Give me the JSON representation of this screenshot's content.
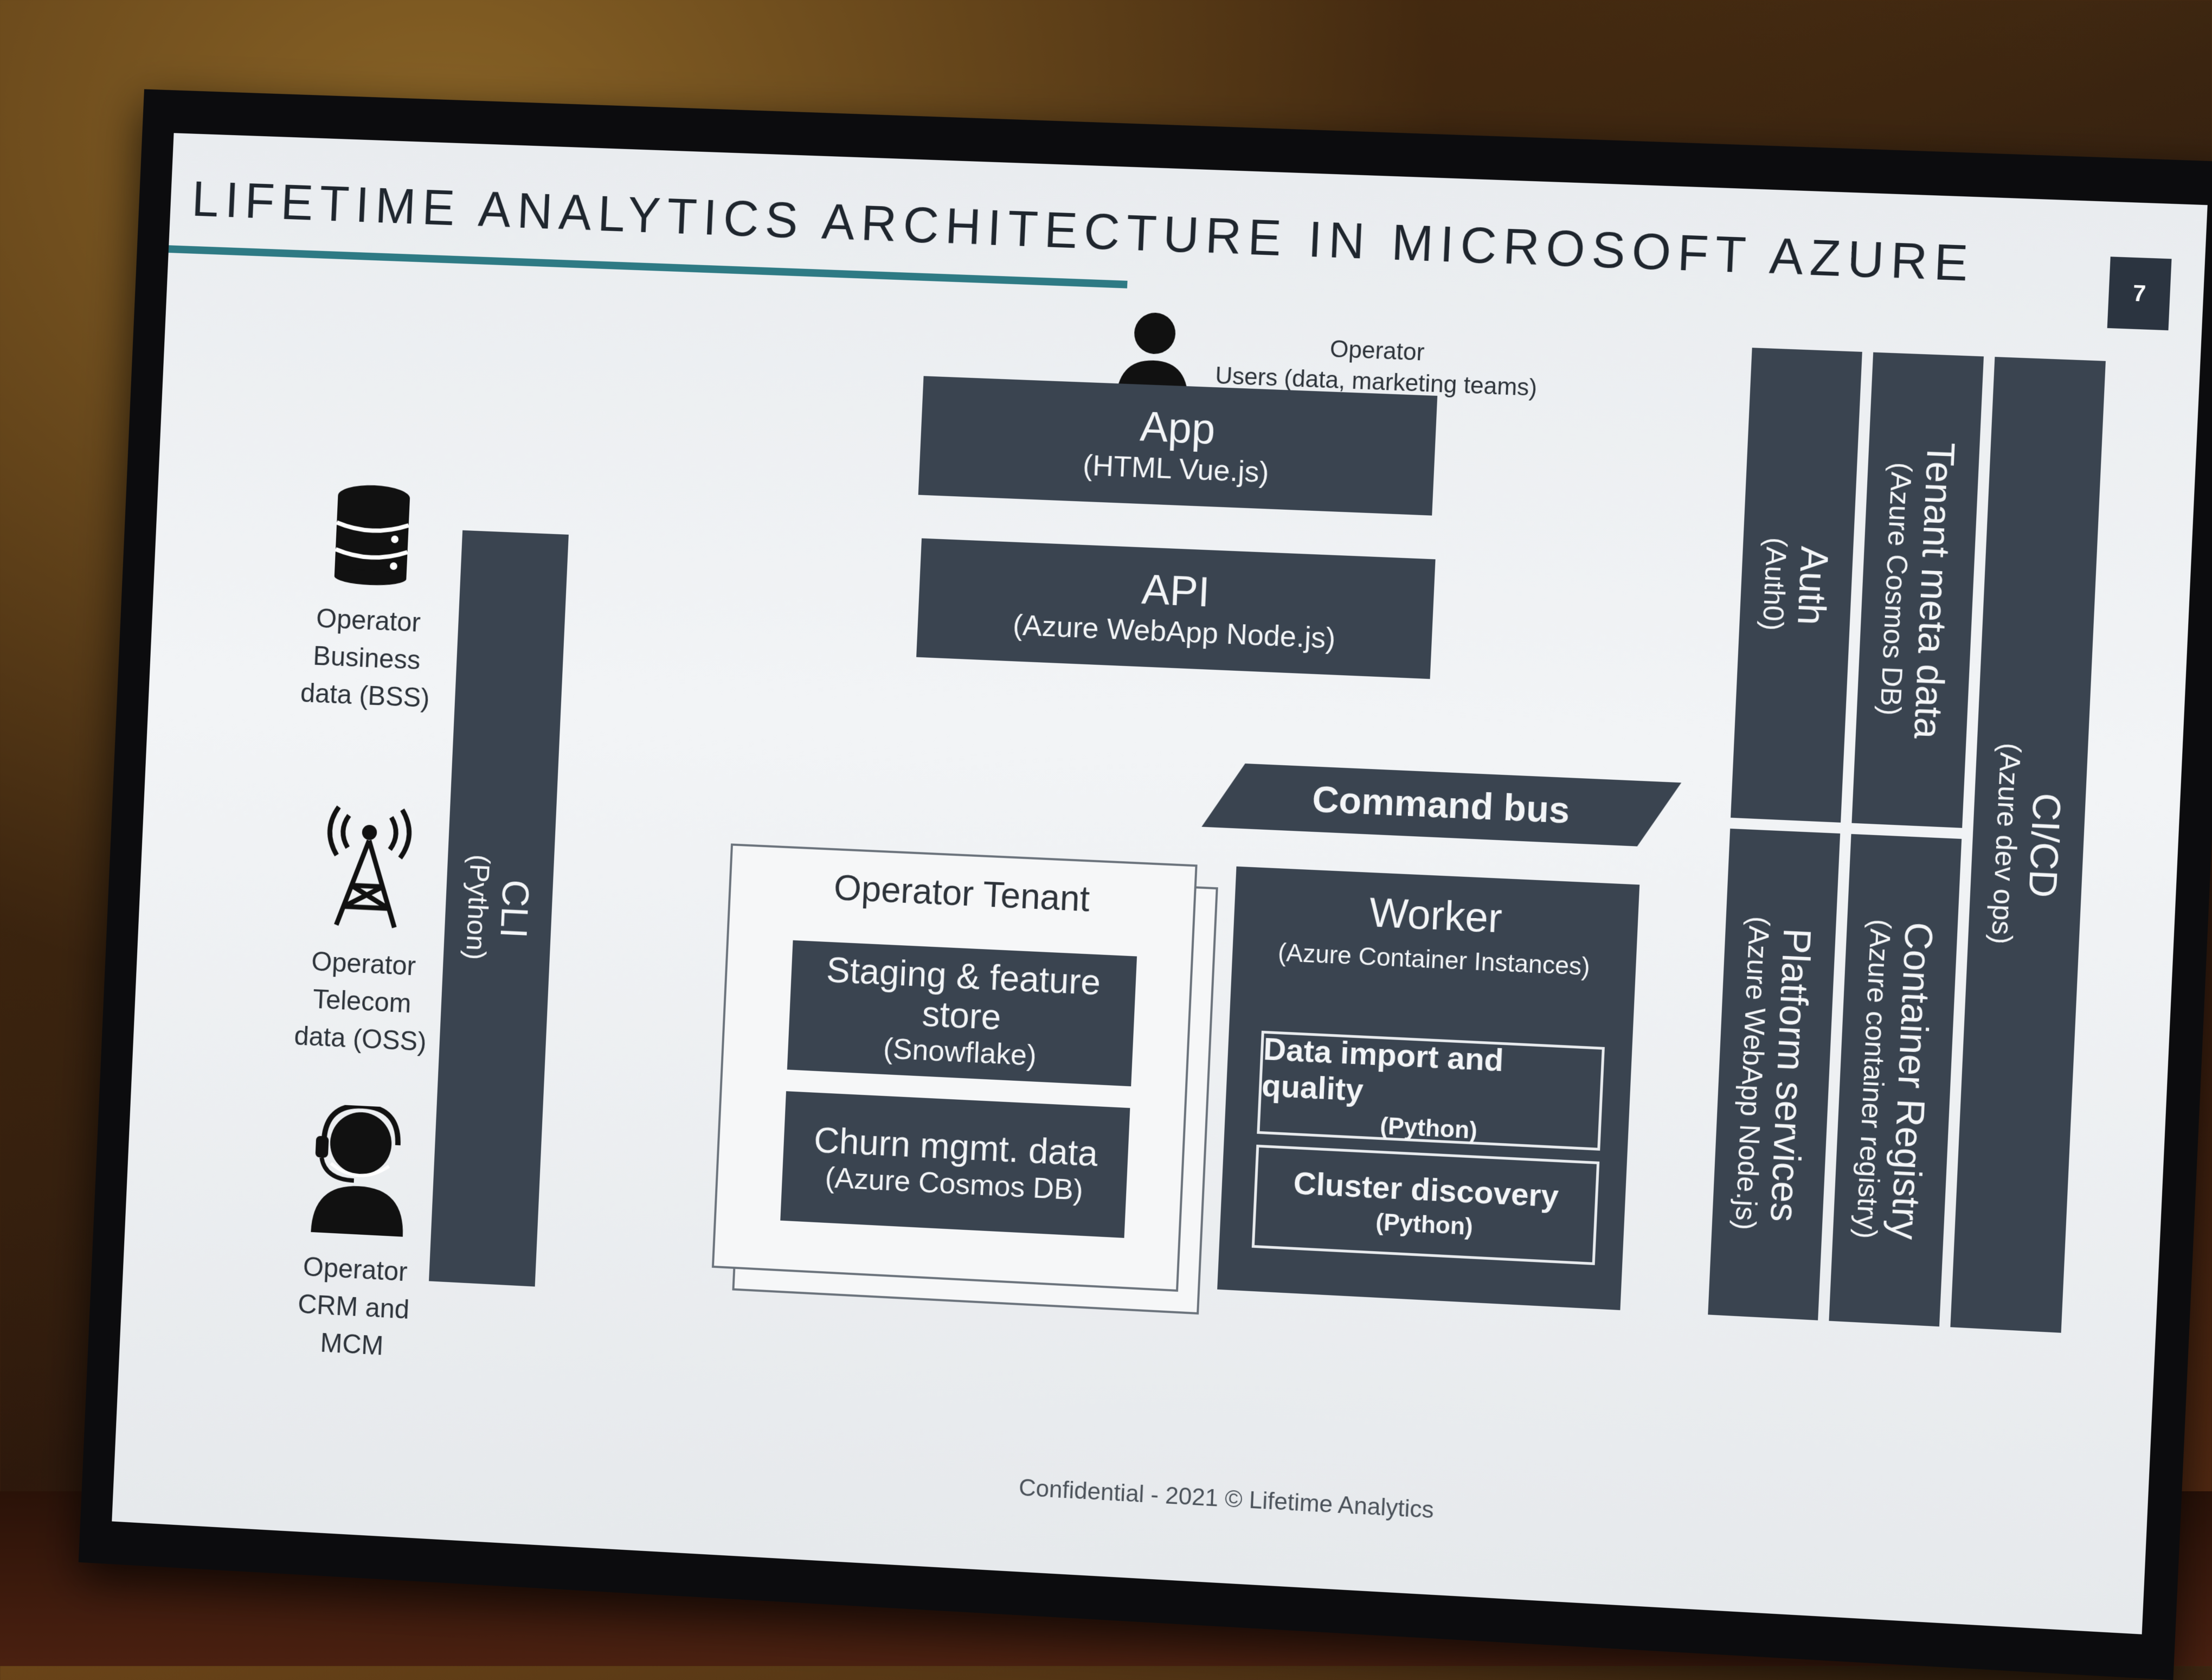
{
  "slide": {
    "title": "LIFETIME ANALYTICS ARCHITECTURE IN MICROSOFT AZURE",
    "page_number": "7",
    "footer": "Confidential - 2021 © Lifetime Analytics",
    "colors": {
      "box": "#3a4450",
      "accent_rule": "#2e7a84",
      "background": "#eef0f2"
    }
  },
  "operator_users": {
    "line1": "Operator",
    "line2": "Users (data, marketing teams)",
    "icon": "person-icon"
  },
  "sources": [
    {
      "lines": [
        "Operator",
        "Business",
        "data (BSS)"
      ],
      "icon": "database-icon"
    },
    {
      "lines": [
        "Operator",
        "Telecom",
        "data (OSS)"
      ],
      "icon": "antenna-tower-icon"
    },
    {
      "lines": [
        "Operator",
        "CRM and",
        "MCM"
      ],
      "icon": "headset-agent-icon"
    }
  ],
  "cli": {
    "label": "CLI",
    "sub": "(Python)"
  },
  "app": {
    "label": "App",
    "sub": "(HTML Vue.js)"
  },
  "api": {
    "label": "API",
    "sub": "(Azure WebApp Node.js)"
  },
  "command_bus": {
    "label": "Command bus"
  },
  "tenant": {
    "label": "Operator Tenant",
    "staging": {
      "label": "Staging & feature store",
      "sub": "(Snowflake)"
    },
    "churn": {
      "label": "Churn mgmt. data",
      "sub": "(Azure Cosmos DB)"
    }
  },
  "worker": {
    "label": "Worker",
    "sub": "(Azure Container Instances)",
    "import": {
      "label": "Data import and quality",
      "sub": "(Python)"
    },
    "cluster": {
      "label": "Cluster discovery",
      "sub": "(Python)"
    }
  },
  "right_services": {
    "auth": {
      "label": "Auth",
      "sub": "(Auth0)"
    },
    "tenant_meta": {
      "label": "Tenant meta data",
      "sub": "(Azure Cosmos DB)"
    },
    "cicd": {
      "label": "CI/CD",
      "sub": "(Azure dev ops)"
    },
    "platform": {
      "label": "Platform services",
      "sub": "(Azure WebApp Node.js)"
    },
    "registry": {
      "label": "Container Registry",
      "sub": "(Azure container registry)"
    }
  }
}
